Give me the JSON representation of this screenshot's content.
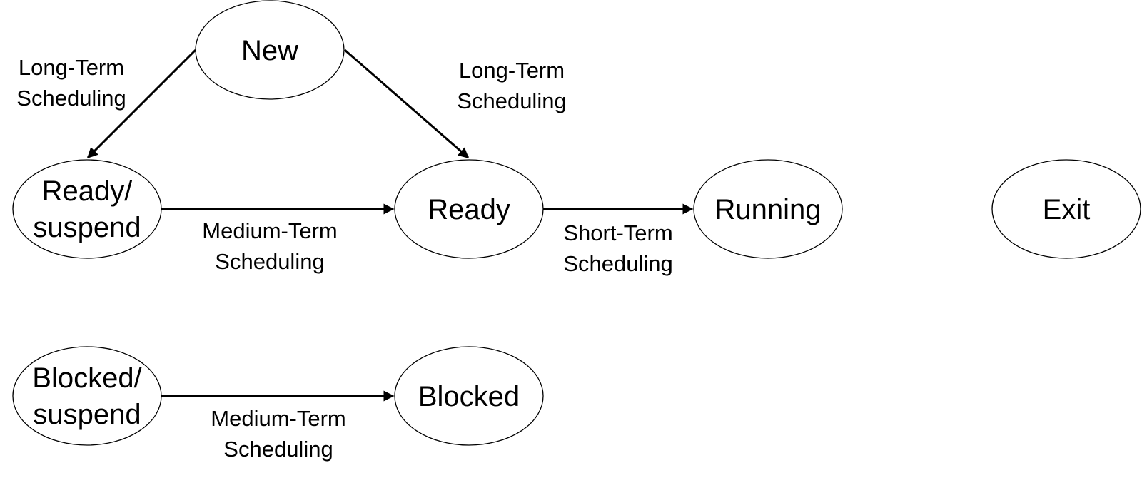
{
  "nodes": {
    "new": "New",
    "ready_suspend_line1": "Ready/",
    "ready_suspend_line2": "suspend",
    "ready": "Ready",
    "running": "Running",
    "exit": "Exit",
    "blocked_suspend_line1": "Blocked/",
    "blocked_suspend_line2": "suspend",
    "blocked": "Blocked"
  },
  "edges": {
    "new_to_ready_suspend": {
      "line1": "Long-Term",
      "line2": "Scheduling"
    },
    "new_to_ready": {
      "line1": "Long-Term",
      "line2": "Scheduling"
    },
    "ready_suspend_to_ready": {
      "line1": "Medium-Term",
      "line2": "Scheduling"
    },
    "ready_to_running": {
      "line1": "Short-Term",
      "line2": "Scheduling"
    },
    "blocked_suspend_to_blocked": {
      "line1": "Medium-Term",
      "line2": "Scheduling"
    }
  }
}
